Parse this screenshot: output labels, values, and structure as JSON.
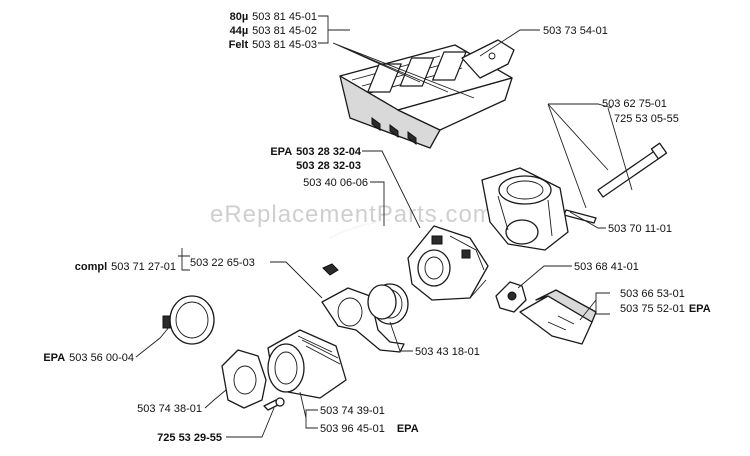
{
  "watermark": "eReplacementParts.com",
  "labels": {
    "air_filter_80": {
      "prefix": "80µ",
      "number": "503 81 45-01"
    },
    "air_filter_44": {
      "prefix": "44µ",
      "number": "503 81 45-02"
    },
    "air_filter_felt": {
      "prefix": "Felt",
      "number": "503 81 45-03"
    },
    "filter_clip": {
      "number": "503 73 54-01"
    },
    "bolt_1": {
      "number": "503 62 75-01"
    },
    "bolt_2": {
      "number": "725 53 05-55"
    },
    "epa_carb_1": {
      "prefix": "EPA",
      "number": "503 28 32-04"
    },
    "carb_2": {
      "number": "503 28 32-03"
    },
    "hose": {
      "number": "503 40 06-06"
    },
    "rod": {
      "number": "503 70 11-01"
    },
    "compl": {
      "prefix": "compl",
      "number": "503 71 27-01"
    },
    "gasket": {
      "number": "503 22 65-03"
    },
    "lever": {
      "number": "503 68 41-01"
    },
    "cover_1": {
      "number": "503 66 53-01"
    },
    "cover_2": {
      "number": "503 75 52-01",
      "suffix": "EPA"
    },
    "clamp": {
      "number": "503 43 18-01"
    },
    "epa_clamp": {
      "prefix": "EPA",
      "number": "503 56 00-04"
    },
    "flange": {
      "number": "503 74 38-01"
    },
    "screw": {
      "number": "725 53 29-55"
    },
    "intake_1": {
      "number": "503 74 39-01"
    },
    "intake_2": {
      "number": "503 96 45-01",
      "suffix": "EPA"
    }
  }
}
